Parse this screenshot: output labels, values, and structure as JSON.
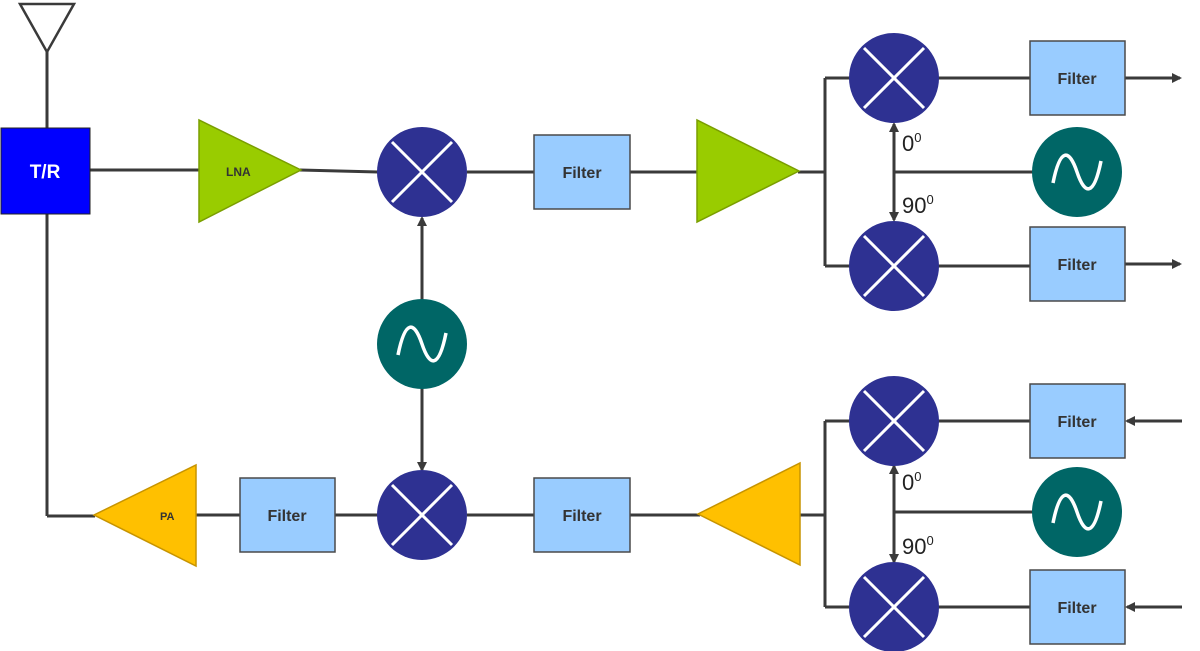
{
  "colors": {
    "tr_block": "#0000ff",
    "lna_amp": "#99cc00",
    "pa_amp": "#ffc000",
    "mixer": "#2e3192",
    "oscillator": "#006666",
    "filter": "#99ccff",
    "wire": "#3a3a3a"
  },
  "labels": {
    "tr": "T/R",
    "lna": "LNA",
    "pa": "PA",
    "filter": "Filter",
    "phase0": "0",
    "phase90": "90",
    "phase_sup": "0"
  },
  "icons": [
    "antenna-icon",
    "mixer-icon",
    "oscillator-icon",
    "amplifier-icon",
    "arrow-icon"
  ]
}
